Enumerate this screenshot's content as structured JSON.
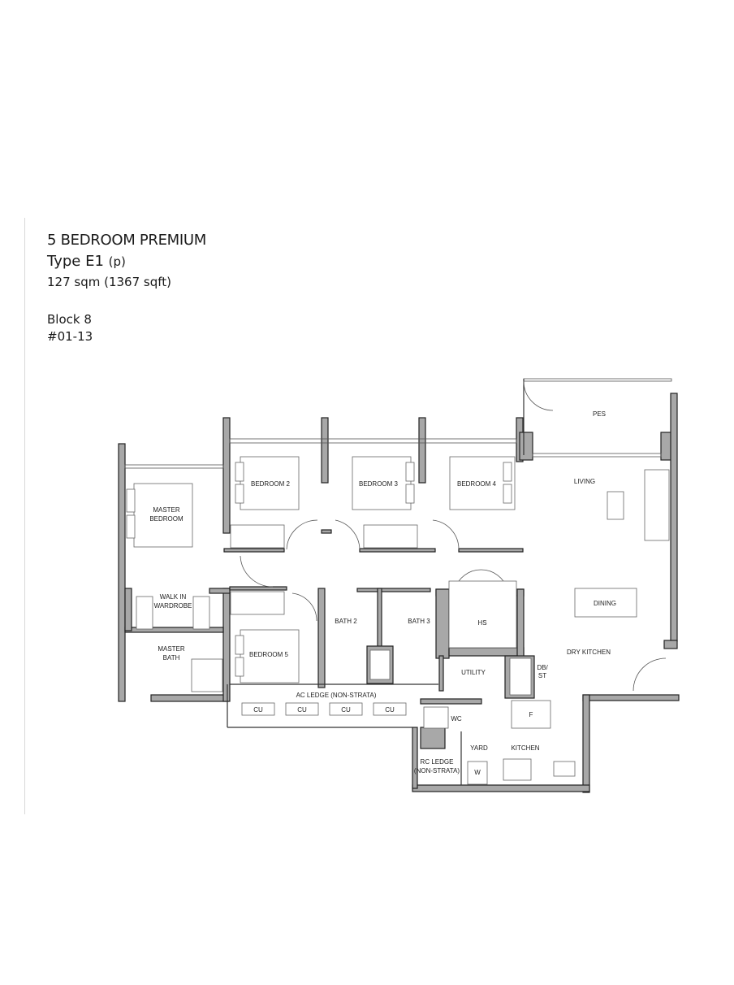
{
  "header": {
    "unit_category": "5 BEDROOM PREMIUM",
    "type_label": "Type E1",
    "type_suffix": "(p)",
    "area": "127 sqm (1367 sqft)",
    "block": "Block 8",
    "unit_number": "#01-13"
  },
  "rooms": {
    "master_bedroom_1": "MASTER",
    "master_bedroom_2": "BEDROOM",
    "bedroom2": "BEDROOM 2",
    "bedroom3": "BEDROOM 3",
    "bedroom4": "BEDROOM 4",
    "bedroom5": "BEDROOM 5",
    "walkin_1": "WALK IN",
    "walkin_2": "WARDROBE",
    "master_bath_1": "MASTER",
    "master_bath_2": "BATH",
    "bath2": "BATH 2",
    "bath3": "BATH 3",
    "pes": "PES",
    "living": "LIVING",
    "dining": "DINING",
    "dry_kitchen": "DRY KITCHEN",
    "hs": "HS",
    "utility": "UTILITY",
    "db_st_1": "DB/",
    "db_st_2": "ST",
    "wc": "WC",
    "yard": "YARD",
    "kitchen": "KITCHEN",
    "fridge": "F",
    "washer": "W",
    "ac_ledge": "AC LEDGE (NON-STRATA)",
    "rc_ledge_1": "RC LEDGE",
    "rc_ledge_2": "(NON-STRATA)",
    "cu_units": [
      "CU",
      "CU",
      "CU",
      "CU"
    ]
  }
}
